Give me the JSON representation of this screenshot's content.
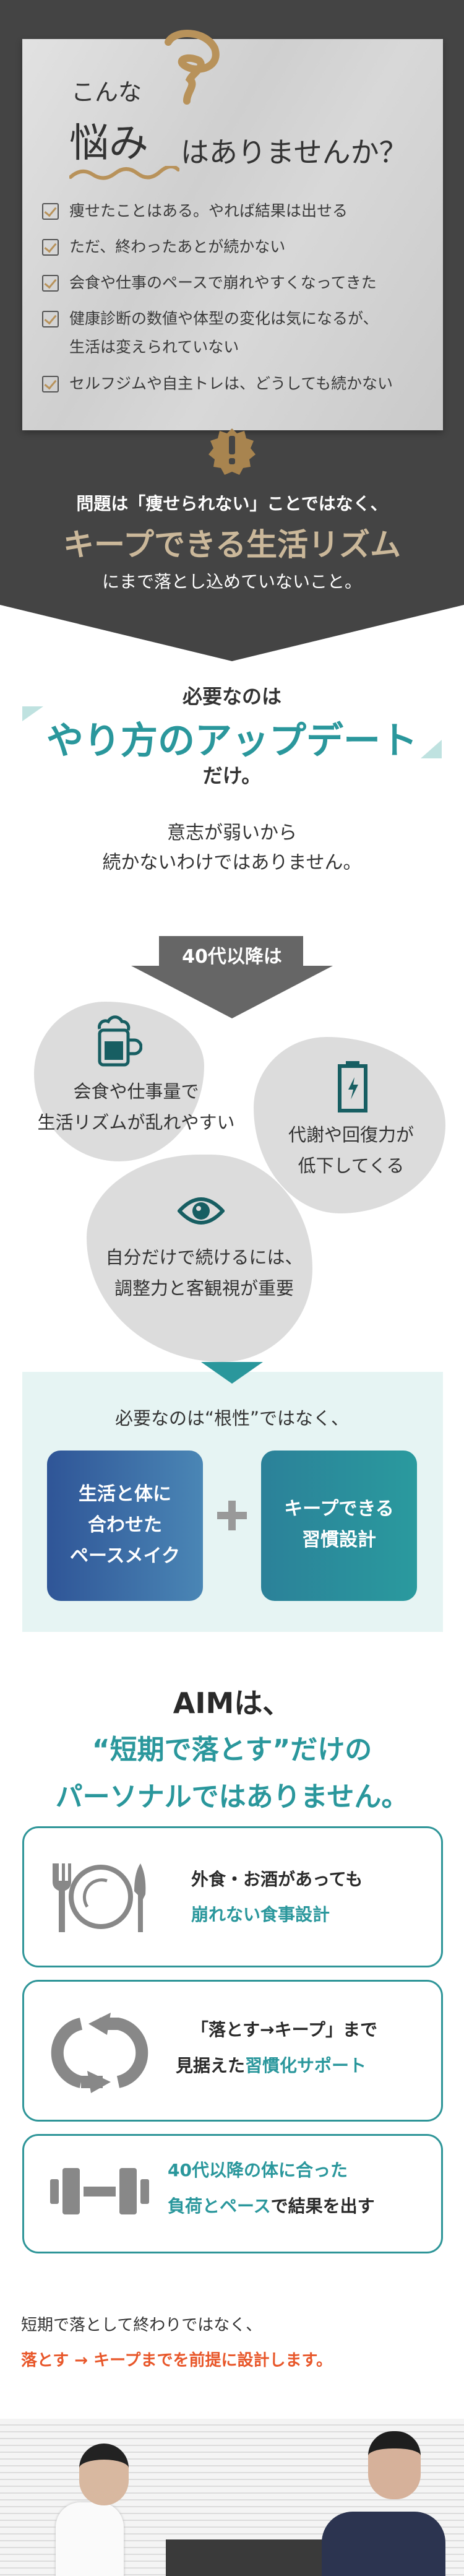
{
  "worries": {
    "title_pre": "こんな",
    "title_key": "悩み",
    "title_post": "はありませんか？",
    "items": [
      "痩せたことはある。やれば結果は出せる",
      "ただ、終わったあとが続かない",
      "会食や仕事のペースで崩れやすくなってきた",
      "健康診断の数値や体型の変化は気になるが、",
      "生活は変えられていない",
      "セルフジムや自主トレは、どうしても続かない"
    ]
  },
  "problem": {
    "line1": "問題は「痩せられない」ことではなく、",
    "highlight": "キープできる生活リズム",
    "line3": "にまで落とし込めていないこと。"
  },
  "update": {
    "pre": "必要なのは",
    "key": "やり方のアップデート",
    "post": "だけ。",
    "will1": "意志が弱いから",
    "will2": "続かないわけではありません。"
  },
  "age": {
    "banner": "40代以降は",
    "points": [
      {
        "icon": "beer-mug-icon",
        "line1": "会食や仕事量で",
        "line2": "生活リズムが乱れやすい"
      },
      {
        "icon": "battery-charging-icon",
        "line1": "代謝や回復力が",
        "line2": "低下してくる"
      },
      {
        "icon": "eye-icon",
        "line1": "自分だけで続けるには、",
        "line2": "調整力と客観視が重要"
      }
    ]
  },
  "need": {
    "lead": "必要なのは“根性”ではなく、",
    "box1": [
      "生活と体に",
      "合わせた",
      "ペースメイク"
    ],
    "box2": [
      "キープできる",
      "習慣設計"
    ]
  },
  "aim": {
    "line1": "AIMは、",
    "line2": "“短期で落とす”だけの",
    "line3": "パーソナルではありません。"
  },
  "features": [
    {
      "icon": "fork-plate-knife-icon",
      "a": "外食・お酒があっても",
      "b": "崩れない食事設計"
    },
    {
      "icon": "cycle-arrows-icon",
      "a": "「落とす→キープ」まで",
      "b1": "見据えた",
      "b2": "習慣化サポート"
    },
    {
      "icon": "dumbbell-icon",
      "a": "40代以降の体に合った",
      "b1": "負荷とペース",
      "b2": "で結果を出す"
    }
  ],
  "closing": {
    "line1": "短期で落として終わりではなく、",
    "line2": "落とす → キープまでを前提に設計します。"
  },
  "colors": {
    "dark": "#444444",
    "gold": "#b8925a",
    "teal": "#2a979c",
    "orange": "#e8572a",
    "light_teal": "#e6f4f3"
  }
}
